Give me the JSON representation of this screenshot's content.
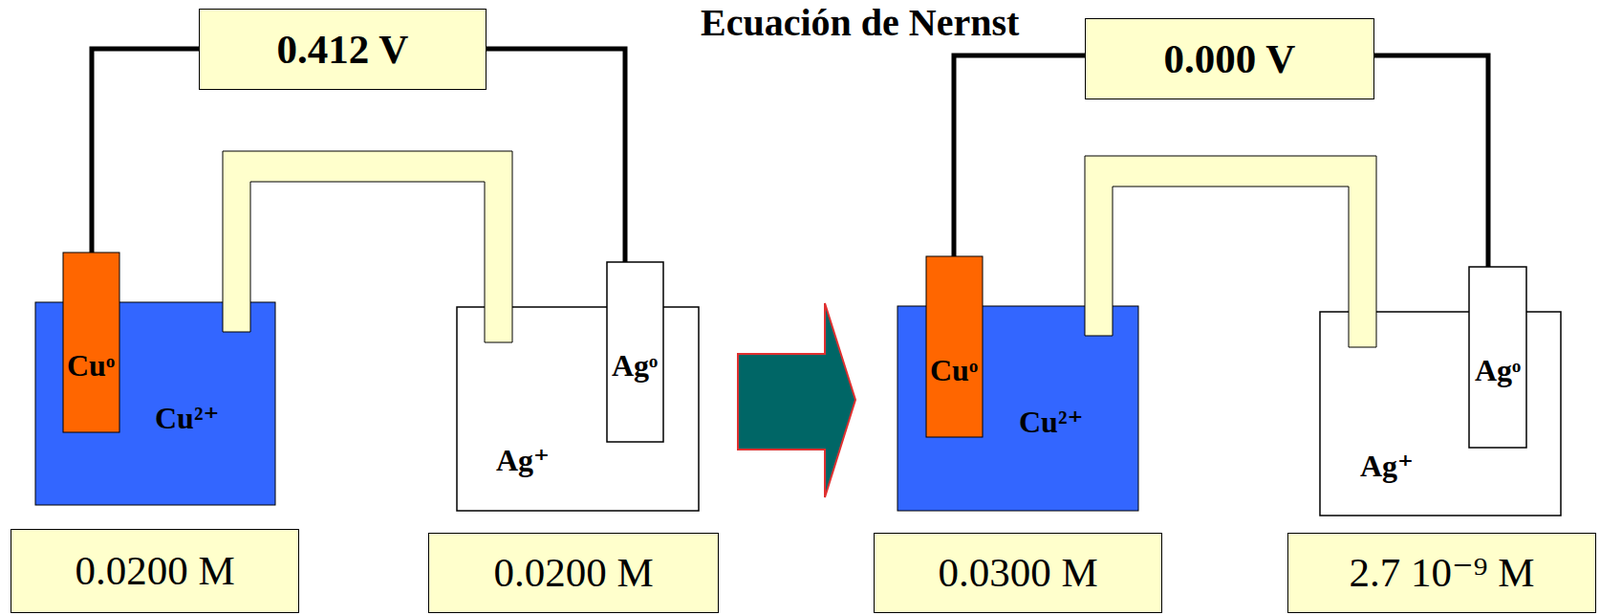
{
  "diagram": {
    "title": "Ecuación de Nernst",
    "nodes": [
      {
        "text": [
          "0.412 V"
        ]
      },
      {
        "text": [
          "0.000 V"
        ]
      },
      {
        "text": [
          "0.0200 M"
        ]
      },
      {
        "text": [
          "0.0200 M"
        ]
      },
      {
        "text": [
          "0.0300 M"
        ]
      },
      {
        "text": [
          "2.7 10⁻⁹  M"
        ]
      }
    ],
    "labels": [
      "Cuᵒ",
      "Cu²⁺",
      "Agᵒ",
      "Ag⁺",
      "Cuᵒ",
      "Cu²⁺",
      "Agᵒ",
      "Ag⁺"
    ]
  }
}
